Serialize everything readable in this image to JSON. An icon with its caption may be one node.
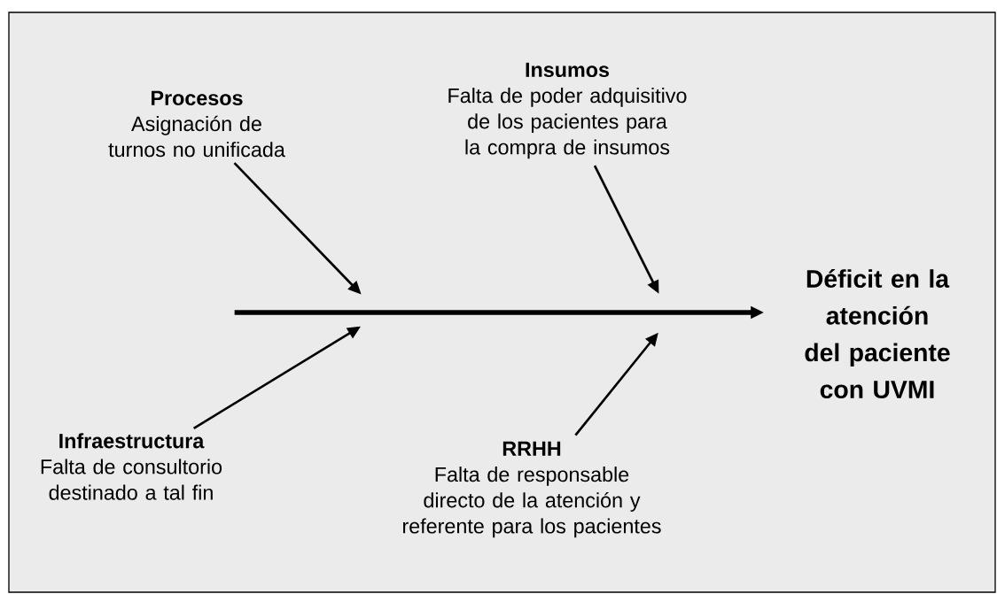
{
  "diagram": {
    "nodes": [
      {
        "text": [
          "Procesos",
          "Asignación de turnos no unificada"
        ]
      },
      {
        "text": [
          "Insumos",
          "Falta de poder adquisitivo de los pacientes para la compra de insumos"
        ]
      },
      {
        "text": [
          "Infraestructura",
          "Falta de consultorio destinado a tal fin"
        ]
      },
      {
        "text": [
          "RRHH",
          "Falta de responsable directo de la atención y referente para los pacientes"
        ]
      },
      {
        "text": [
          "Déficit en la atención del paciente con UVMI"
        ]
      }
    ],
    "edges": [
      {
        "from": null,
        "to": 4,
        "arrow": "to",
        "style": "thick"
      },
      {
        "from": 0,
        "to": null,
        "arrow": "to"
      },
      {
        "from": 1,
        "to": null,
        "arrow": "to"
      },
      {
        "from": 2,
        "to": null,
        "arrow": "to"
      },
      {
        "from": 3,
        "to": null,
        "arrow": "to"
      }
    ]
  }
}
